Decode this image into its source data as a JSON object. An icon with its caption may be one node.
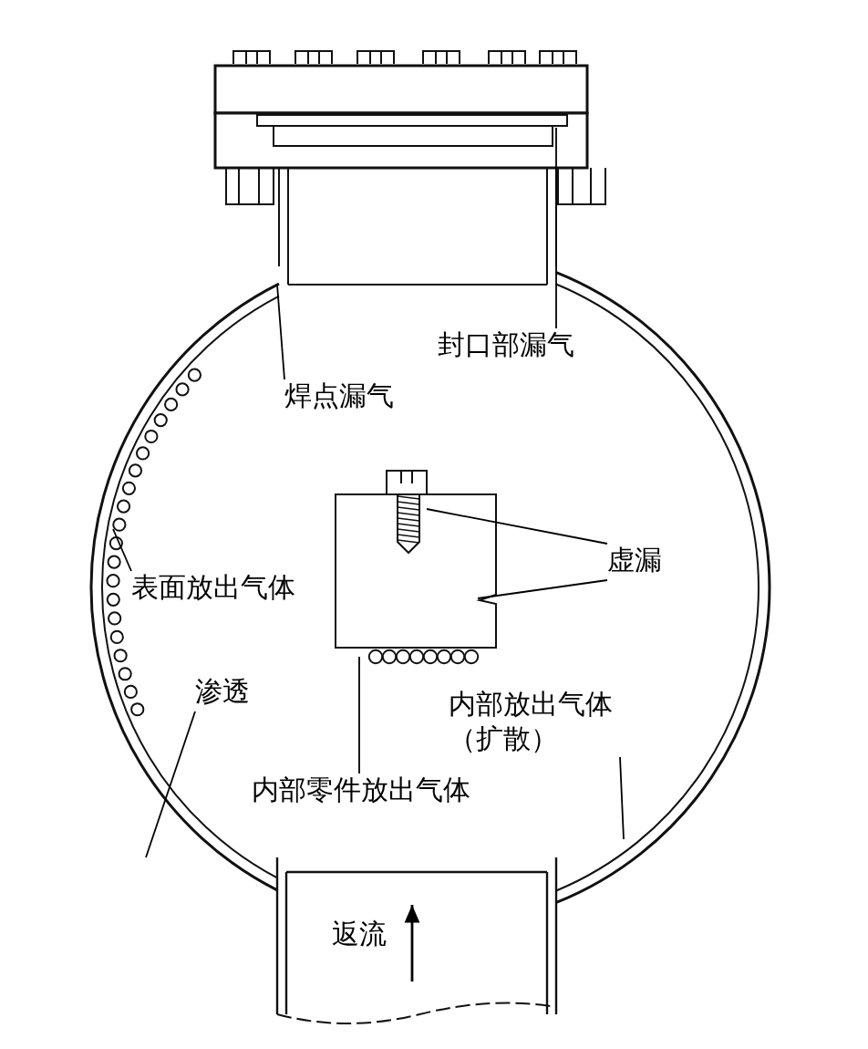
{
  "diagram": {
    "nodes": [
      {
        "text": [
          "焊点漏气"
        ]
      },
      {
        "text": [
          "封口部漏气"
        ]
      },
      {
        "text": [
          "表面放出气体"
        ]
      },
      {
        "text": [
          "虚漏"
        ]
      },
      {
        "text": [
          "渗透"
        ]
      },
      {
        "text": [
          "内部放出气体（扩散）"
        ]
      },
      {
        "text": [
          "内部零件放出气体"
        ]
      }
    ],
    "edges": [
      {
        "from": 0,
        "to": null,
        "arrow": "none"
      },
      {
        "from": 1,
        "to": null,
        "arrow": "none"
      },
      {
        "from": 2,
        "to": null,
        "arrow": "none"
      },
      {
        "from": 3,
        "to": null,
        "arrow": "none"
      },
      {
        "from": 3,
        "to": null,
        "arrow": "none"
      },
      {
        "from": 4,
        "to": null,
        "arrow": "none"
      },
      {
        "from": 5,
        "to": null,
        "arrow": "none"
      },
      {
        "from": 6,
        "to": null,
        "arrow": "none"
      }
    ],
    "labels": [
      "返流"
    ]
  }
}
